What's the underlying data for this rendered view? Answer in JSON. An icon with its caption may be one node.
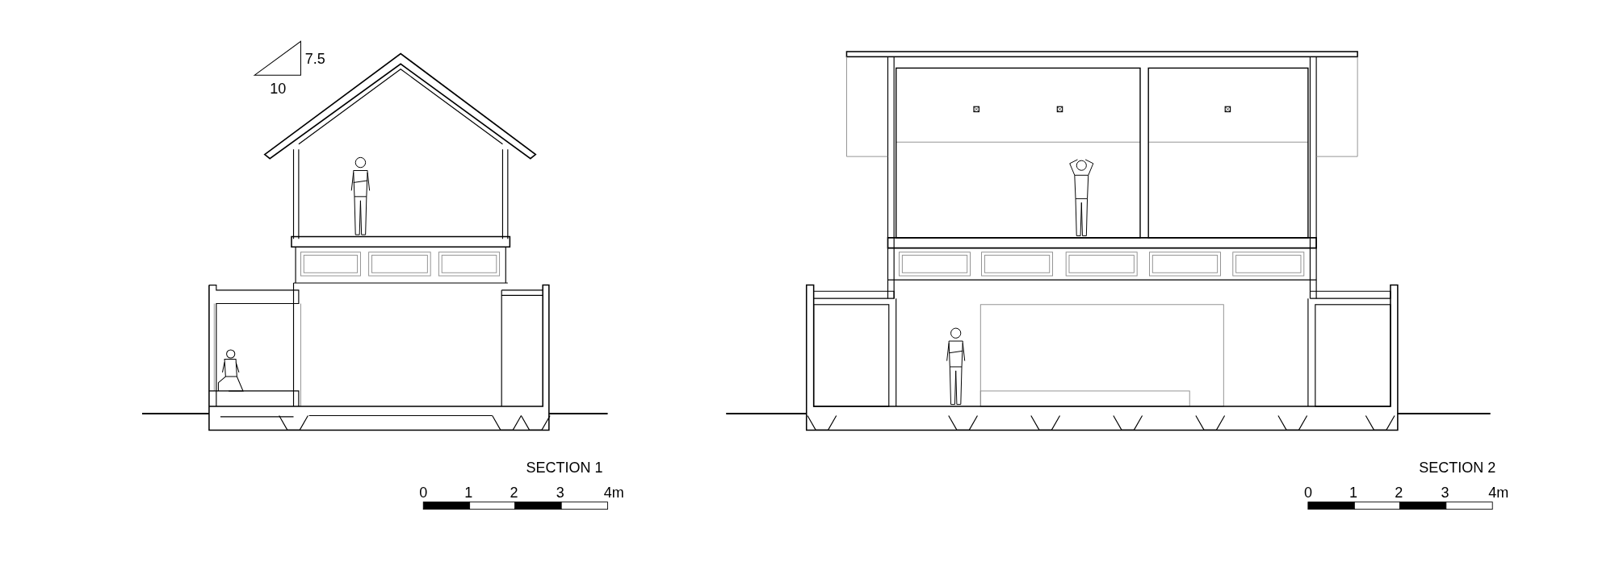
{
  "diagram": {
    "labels": [
      "7.5",
      "10",
      "SECTION 1",
      "0",
      "1",
      "2",
      "3",
      "4m",
      "SECTION 2",
      "0",
      "1",
      "2",
      "3",
      "4m"
    ]
  }
}
